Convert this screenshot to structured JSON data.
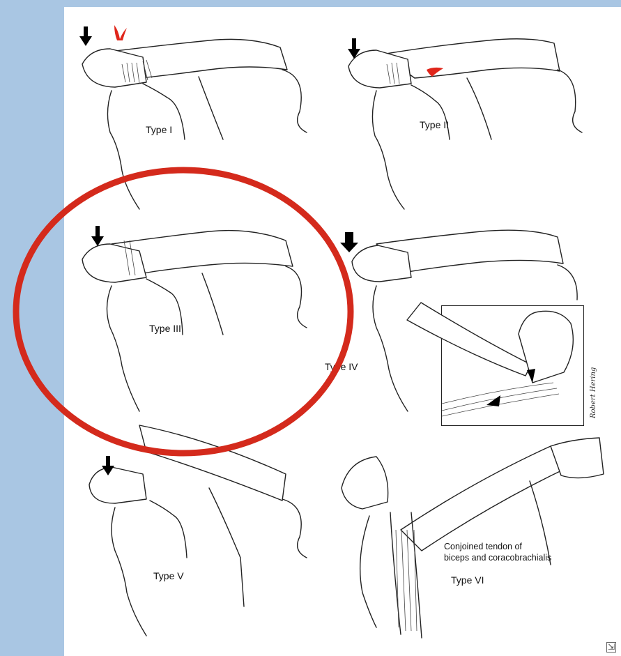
{
  "panels": [
    {
      "label": "Type I"
    },
    {
      "label": "Type II"
    },
    {
      "label": "Type III"
    },
    {
      "label": "Type IV"
    },
    {
      "label": "Type V"
    },
    {
      "label": "Type VI"
    }
  ],
  "annotation": {
    "line1": "Conjoined tendon of",
    "line2": "biceps and coracobrachialis"
  },
  "signature": "Robert Hering",
  "highlight": {
    "color": "#d42a1c",
    "target": "Type III"
  },
  "icons": {
    "down_arrow": "down-arrow-icon",
    "injury_flare": "red-flare-icon",
    "corner": "resize-icon"
  },
  "colors": {
    "background": "#a9c6e3",
    "sheet": "#ffffff",
    "flare": "#e0261b"
  }
}
